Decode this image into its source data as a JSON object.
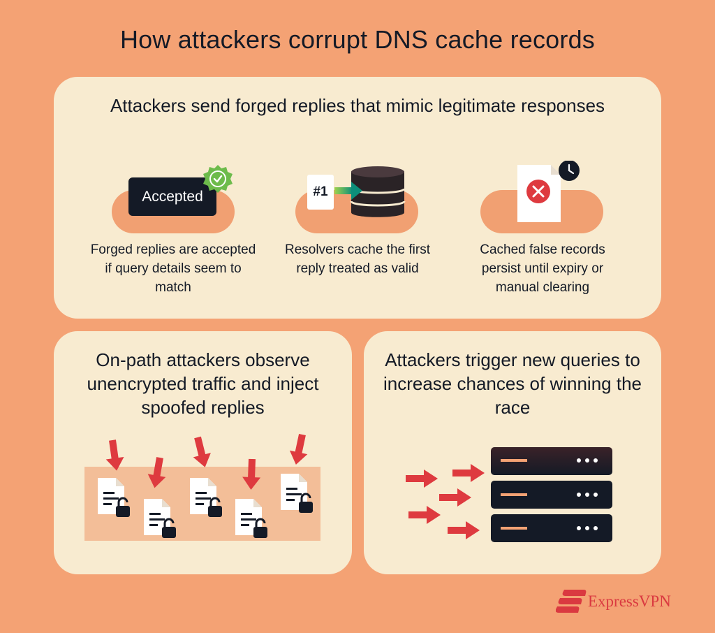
{
  "title": "How attackers corrupt DNS cache records",
  "top_card": {
    "heading": "Attackers send forged replies that mimic legitimate responses",
    "steps": [
      {
        "badge_text": "Accepted",
        "caption": "Forged replies are accepted if query details seem to match",
        "icon": "check-badge-icon"
      },
      {
        "badge_text": "#1",
        "caption": "Resolvers cache the first reply treated as valid",
        "icon": "database-icon"
      },
      {
        "caption": "Cached false records persist until expiry or manual clearing",
        "icon": "error-document-icon"
      }
    ]
  },
  "left_card": {
    "heading": "On-path attackers observe unencrypted traffic and inject spoofed replies",
    "icon": "locked-document-icon"
  },
  "right_card": {
    "heading": "Attackers trigger new queries to increase chances of winning the race",
    "icon": "server-icon"
  },
  "brand": {
    "name": "ExpressVPN",
    "color": "#DA3940"
  },
  "colors": {
    "background": "#F4A274",
    "card": "#F8EBD0",
    "dark": "#141a26",
    "arrow": "#DE3A3F",
    "check": "#6DBB4B"
  }
}
